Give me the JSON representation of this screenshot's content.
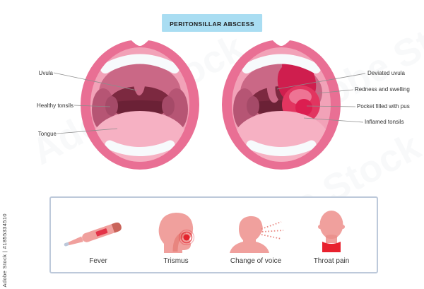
{
  "title": "PERITONSILLAR ABSCESS",
  "stock_footer": "Adobe Stock | #1855334510",
  "watermark_text": "Adobe Stock",
  "diagram": {
    "left_labels": [
      "Uvula",
      "Healthy tonsils",
      "Tongue"
    ],
    "right_labels": [
      "Deviated uvula",
      "Redness and swelling",
      "Pocket filled with pus",
      "Inflamed tonsils"
    ]
  },
  "symptoms": [
    {
      "label": "Fever",
      "icon": "thermometer-icon"
    },
    {
      "label": "Trismus",
      "icon": "jaw-pain-icon"
    },
    {
      "label": "Change of voice",
      "icon": "voice-spray-icon"
    },
    {
      "label": "Throat pain",
      "icon": "sore-throat-icon"
    }
  ],
  "colors": {
    "accent-blue": "#a9ddf2",
    "lip-pink": "#e96f94",
    "inner-pink": "#f2a2b8",
    "palate-rose": "#ca6886",
    "pillar-rose": "#b65574",
    "throat-dark": "#7c2940",
    "throat-deep": "#6b2136",
    "tonsil-dark": "#a54a68",
    "tongue-pink": "#f6b1c3",
    "teeth-white": "#f7fafc",
    "abscess-deep": "#cf1e4e",
    "abscess-red": "#e23560",
    "pus-bright": "#dc1e50",
    "pus-highlight": "#ee7494",
    "icon-skin": "#f0a09d",
    "icon-skin-dark": "#e8857f",
    "alert-red": "#e8212e",
    "panel-border": "#bdc9da",
    "line-gray": "#8d8d8d"
  }
}
